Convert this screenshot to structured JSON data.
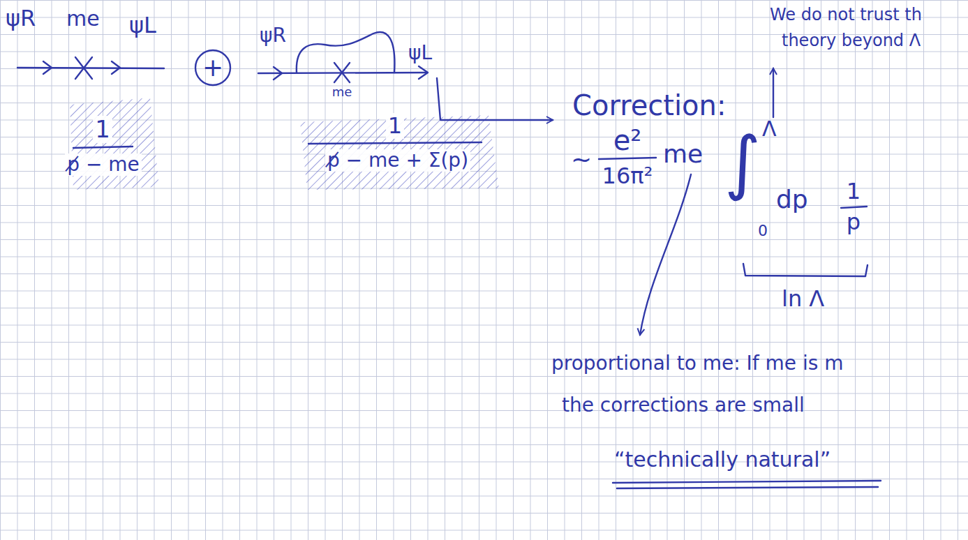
{
  "diagram": {
    "nodes": [
      {
        "text": [
          "+"
        ]
      }
    ],
    "labels": [
      "ψR",
      "me",
      "ψL",
      "1",
      "p̸ − me",
      "ψR",
      "ψL",
      "me",
      "1",
      "p̸ − me + Σ(p)",
      "We do not trust th",
      "theory beyond Λ",
      "Correction:",
      "~",
      "e²",
      "16π²",
      "me",
      "∫",
      "Λ",
      "0",
      "dp",
      "1",
      "p",
      "ln Λ",
      "proportional to me: If me is m",
      "the corrections are small",
      "“technically natural”"
    ]
  }
}
